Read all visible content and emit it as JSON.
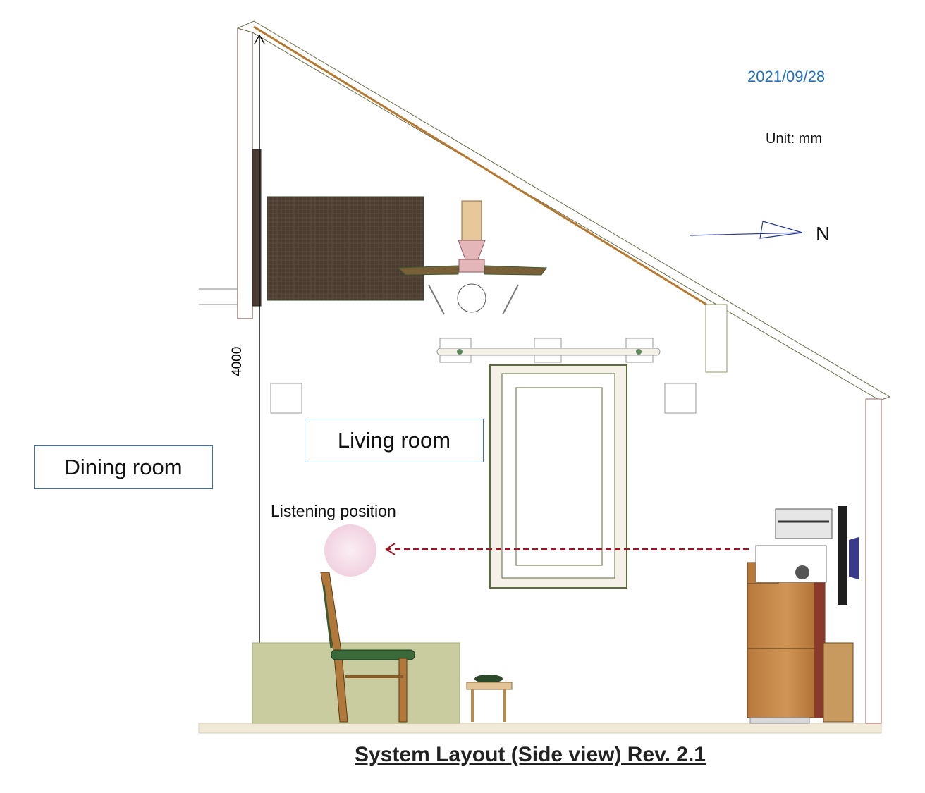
{
  "header": {
    "date": "2021/09/28",
    "unit": "Unit: mm",
    "north": "N"
  },
  "rooms": {
    "dining": "Dining room",
    "living": "Living room"
  },
  "listening_position": "Listening position",
  "dimension": {
    "height": "4000"
  },
  "caption": "System Layout (Side view) Rev. 2.1",
  "colors": {
    "label_border": "#3d6fb5",
    "date_text": "#1f6fbf",
    "sound_arrow": "#a0141e",
    "acoustic_panel": "#4a3c30",
    "rug": "#c8cc9e",
    "cabinet_wood": "#a0622a",
    "floor": "#f2ead8",
    "listening_marker": "#f6dce8"
  }
}
